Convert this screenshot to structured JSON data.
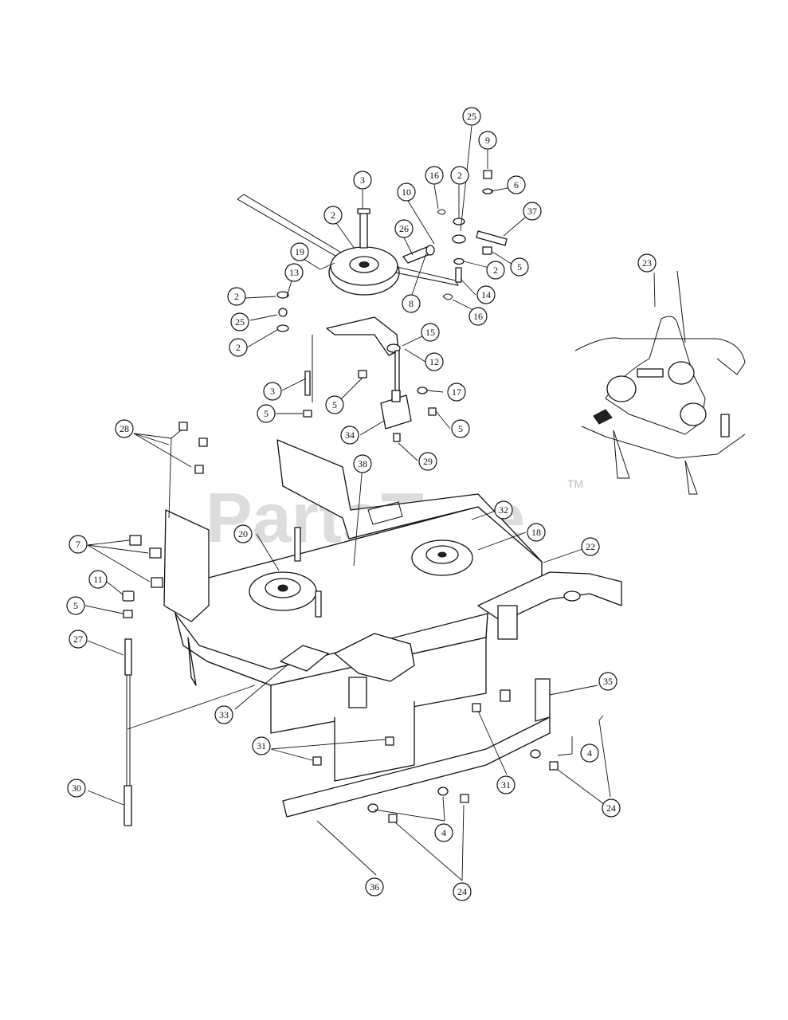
{
  "watermark": {
    "text": "PartsTree",
    "trademark": "TM"
  },
  "callouts": [
    {
      "id": "c-25-top",
      "label": "25"
    },
    {
      "id": "c-9",
      "label": "9"
    },
    {
      "id": "c-3-top",
      "label": "3"
    },
    {
      "id": "c-16-a",
      "label": "16"
    },
    {
      "id": "c-2-a",
      "label": "2"
    },
    {
      "id": "c-6",
      "label": "6"
    },
    {
      "id": "c-10",
      "label": "10"
    },
    {
      "id": "c-37",
      "label": "37"
    },
    {
      "id": "c-2-b",
      "label": "2"
    },
    {
      "id": "c-26",
      "label": "26"
    },
    {
      "id": "c-19",
      "label": "19"
    },
    {
      "id": "c-5-a",
      "label": "5"
    },
    {
      "id": "c-13",
      "label": "13"
    },
    {
      "id": "c-2-c",
      "label": "2"
    },
    {
      "id": "c-2-d",
      "label": "2"
    },
    {
      "id": "c-8",
      "label": "8"
    },
    {
      "id": "c-14",
      "label": "14"
    },
    {
      "id": "c-25-b",
      "label": "25"
    },
    {
      "id": "c-16-b",
      "label": "16"
    },
    {
      "id": "c-2-e",
      "label": "2"
    },
    {
      "id": "c-15",
      "label": "15"
    },
    {
      "id": "c-12",
      "label": "12"
    },
    {
      "id": "c-3-b",
      "label": "3"
    },
    {
      "id": "c-17",
      "label": "17"
    },
    {
      "id": "c-5-b",
      "label": "5"
    },
    {
      "id": "c-5-c",
      "label": "5"
    },
    {
      "id": "c-5-d",
      "label": "5"
    },
    {
      "id": "c-34",
      "label": "34"
    },
    {
      "id": "c-29",
      "label": "29"
    },
    {
      "id": "c-23",
      "label": "23"
    },
    {
      "id": "c-28",
      "label": "28"
    },
    {
      "id": "c-38",
      "label": "38"
    },
    {
      "id": "c-32",
      "label": "32"
    },
    {
      "id": "c-18",
      "label": "18"
    },
    {
      "id": "c-22",
      "label": "22"
    },
    {
      "id": "c-20",
      "label": "20"
    },
    {
      "id": "c-7",
      "label": "7"
    },
    {
      "id": "c-11",
      "label": "11"
    },
    {
      "id": "c-5-e",
      "label": "5"
    },
    {
      "id": "c-27",
      "label": "27"
    },
    {
      "id": "c-33",
      "label": "33"
    },
    {
      "id": "c-35",
      "label": "35"
    },
    {
      "id": "c-31-a",
      "label": "31"
    },
    {
      "id": "c-4-a",
      "label": "4"
    },
    {
      "id": "c-31-b",
      "label": "31"
    },
    {
      "id": "c-24-a",
      "label": "24"
    },
    {
      "id": "c-30",
      "label": "30"
    },
    {
      "id": "c-4-b",
      "label": "4"
    },
    {
      "id": "c-36",
      "label": "36"
    },
    {
      "id": "c-24-b",
      "label": "24"
    }
  ]
}
